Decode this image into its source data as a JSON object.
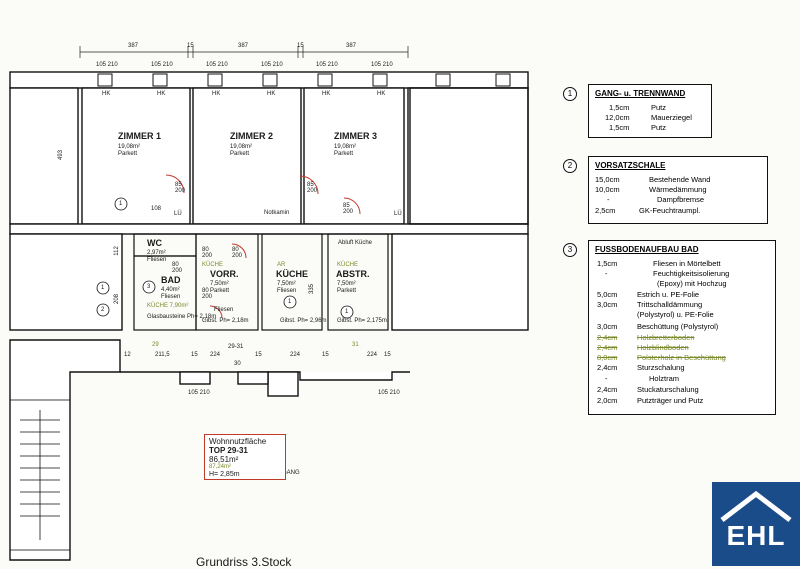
{
  "dimensions_top": [
    "387",
    "15",
    "387",
    "15",
    "387"
  ],
  "window_codes": [
    "105 210",
    "105 210",
    "105 210",
    "105 210",
    "105 210",
    "105 210"
  ],
  "hk_labels": [
    "HK",
    "HK",
    "HK",
    "HK",
    "HK",
    "HK"
  ],
  "rooms": {
    "zimmer1": {
      "name": "ZIMMER 1",
      "area": "19,08m²",
      "floor": "Parkett"
    },
    "zimmer2": {
      "name": "ZIMMER 2",
      "area": "19,08m²",
      "floor": "Parkett"
    },
    "zimmer3": {
      "name": "ZIMMER 3",
      "area": "19,08m²",
      "floor": "Parkett"
    },
    "wc": {
      "name": "WC",
      "area": "2,97m²",
      "floor": "Fliesen"
    },
    "bad": {
      "name": "BAD",
      "area": "4,40m²",
      "floor": "Fliesen",
      "extra": "KÜCHE 7,90m²",
      "ceiling": "Glasbausteine Ph= 2,18m"
    },
    "vorr": {
      "name": "VORR.",
      "old": "KÜCHE",
      "area": "7,50m²",
      "floor": "Parkett",
      "extra": "Fliesen",
      "ceiling": "Gibst. Ph= 2,18m"
    },
    "kueche": {
      "name": "KÜCHE",
      "old": "AR",
      "area": "7,50m²",
      "floor": "Fliesen",
      "ceiling": "Gibst. Ph= 2,96m"
    },
    "abstr": {
      "name": "ABSTR.",
      "old": "KÜCHE",
      "area": "7,50m²",
      "floor": "Parkett",
      "ceiling": "Gibst. Ph= 2,175m"
    }
  },
  "misc_labels": {
    "dim_493": "493",
    "dim_108": "108",
    "notkamin": "Notkamin",
    "abluft": "Abluft Küche",
    "door_85_200_a": "85 200",
    "door_85_200_b": "85 200",
    "door_80_200_a": "80 200",
    "door_80_200_b": "80 200",
    "door_80_200_c": "80 200",
    "door_80_200_d": "80 200",
    "door_85_200_c": "85 200",
    "lu_a": "LÜ",
    "lu_b": "LÜ",
    "dim_112": "112",
    "dim_208": "208",
    "dim_335": "335",
    "gang": "GANG",
    "top_num_a": "29",
    "top_num_b": "29-31",
    "top_num_c": "30",
    "top_num_d": "31",
    "window_bottom_a": "105 210",
    "window_bottom_b": "105 210",
    "title_partial": "Grundriss 3.Stock"
  },
  "bottom_dims": [
    "12",
    "211,5",
    "15",
    "224",
    "15",
    "224",
    "15",
    "224",
    "15"
  ],
  "info_box": {
    "label": "Wohnnutzfläche",
    "top": "TOP 29-31",
    "area": "86,51m²",
    "area_old": "87,24m²",
    "height": "H= 2,85m"
  },
  "legend": [
    {
      "num": "1",
      "title": "GANG- u. TRENNWAND",
      "rows": [
        {
          "val": "1,5cm",
          "desc": "Putz",
          "struck": false
        },
        {
          "val": "12,0cm",
          "desc": "Mauerziegel",
          "struck": false
        },
        {
          "val": "1,5cm",
          "desc": "Putz",
          "struck": false
        }
      ]
    },
    {
      "num": "2",
      "title": "VORSATZSCHALE",
      "rows": [
        {
          "val": "15,0cm",
          "desc": "Bestehende Wand",
          "struck": false
        },
        {
          "val": "10,0cm",
          "desc": "Wärmedämmung",
          "struck": false
        },
        {
          "val": "-",
          "desc": "Dampfbremse",
          "struck": false
        },
        {
          "val": "2,5cm",
          "desc": "GK-Feuchtraumpl.",
          "struck": false
        }
      ]
    },
    {
      "num": "3",
      "title": "FUSSBODENAUFBAU BAD",
      "rows": [
        {
          "val": "1,5cm",
          "desc": "Fliesen in Mörtelbett",
          "struck": false
        },
        {
          "val": "-",
          "desc": "Feuchtigkeitsisolierung",
          "struck": false
        },
        {
          "val": "",
          "desc": "(Epoxy) mit Hochzug",
          "struck": false
        },
        {
          "val": "5,0cm",
          "desc": "Estrich u. PE-Folie",
          "struck": false
        },
        {
          "val": "3,0cm",
          "desc": "Trittschalldämmung",
          "struck": false
        },
        {
          "val": "",
          "desc": "(Polystyrol) u. PE-Folie",
          "struck": false
        },
        {
          "val": "3,0cm",
          "desc": "Beschüttung (Polystyrol)",
          "struck": false
        },
        {
          "val": "2,4cm",
          "desc": "Holzbretterboden",
          "struck": true
        },
        {
          "val": "2,4cm",
          "desc": "Holzblindboden",
          "struck": true
        },
        {
          "val": "8,0cm",
          "desc": "Polsterholz in Beschüttung",
          "struck": true
        },
        {
          "val": "2,4cm",
          "desc": "Sturzschalung",
          "struck": false
        },
        {
          "val": "-",
          "desc": "Holztram",
          "struck": false
        },
        {
          "val": "2,4cm",
          "desc": "Stuckaturschalung",
          "struck": false
        },
        {
          "val": "2,0cm",
          "desc": "Putzträger und Putz",
          "struck": false
        }
      ]
    }
  ],
  "logo_text": "EHL",
  "colors": {
    "logo_bg": "#1b4c8a",
    "info_border": "#c0392b",
    "annotation_red": "#b03020",
    "struck_text": "#7a8a2a"
  }
}
